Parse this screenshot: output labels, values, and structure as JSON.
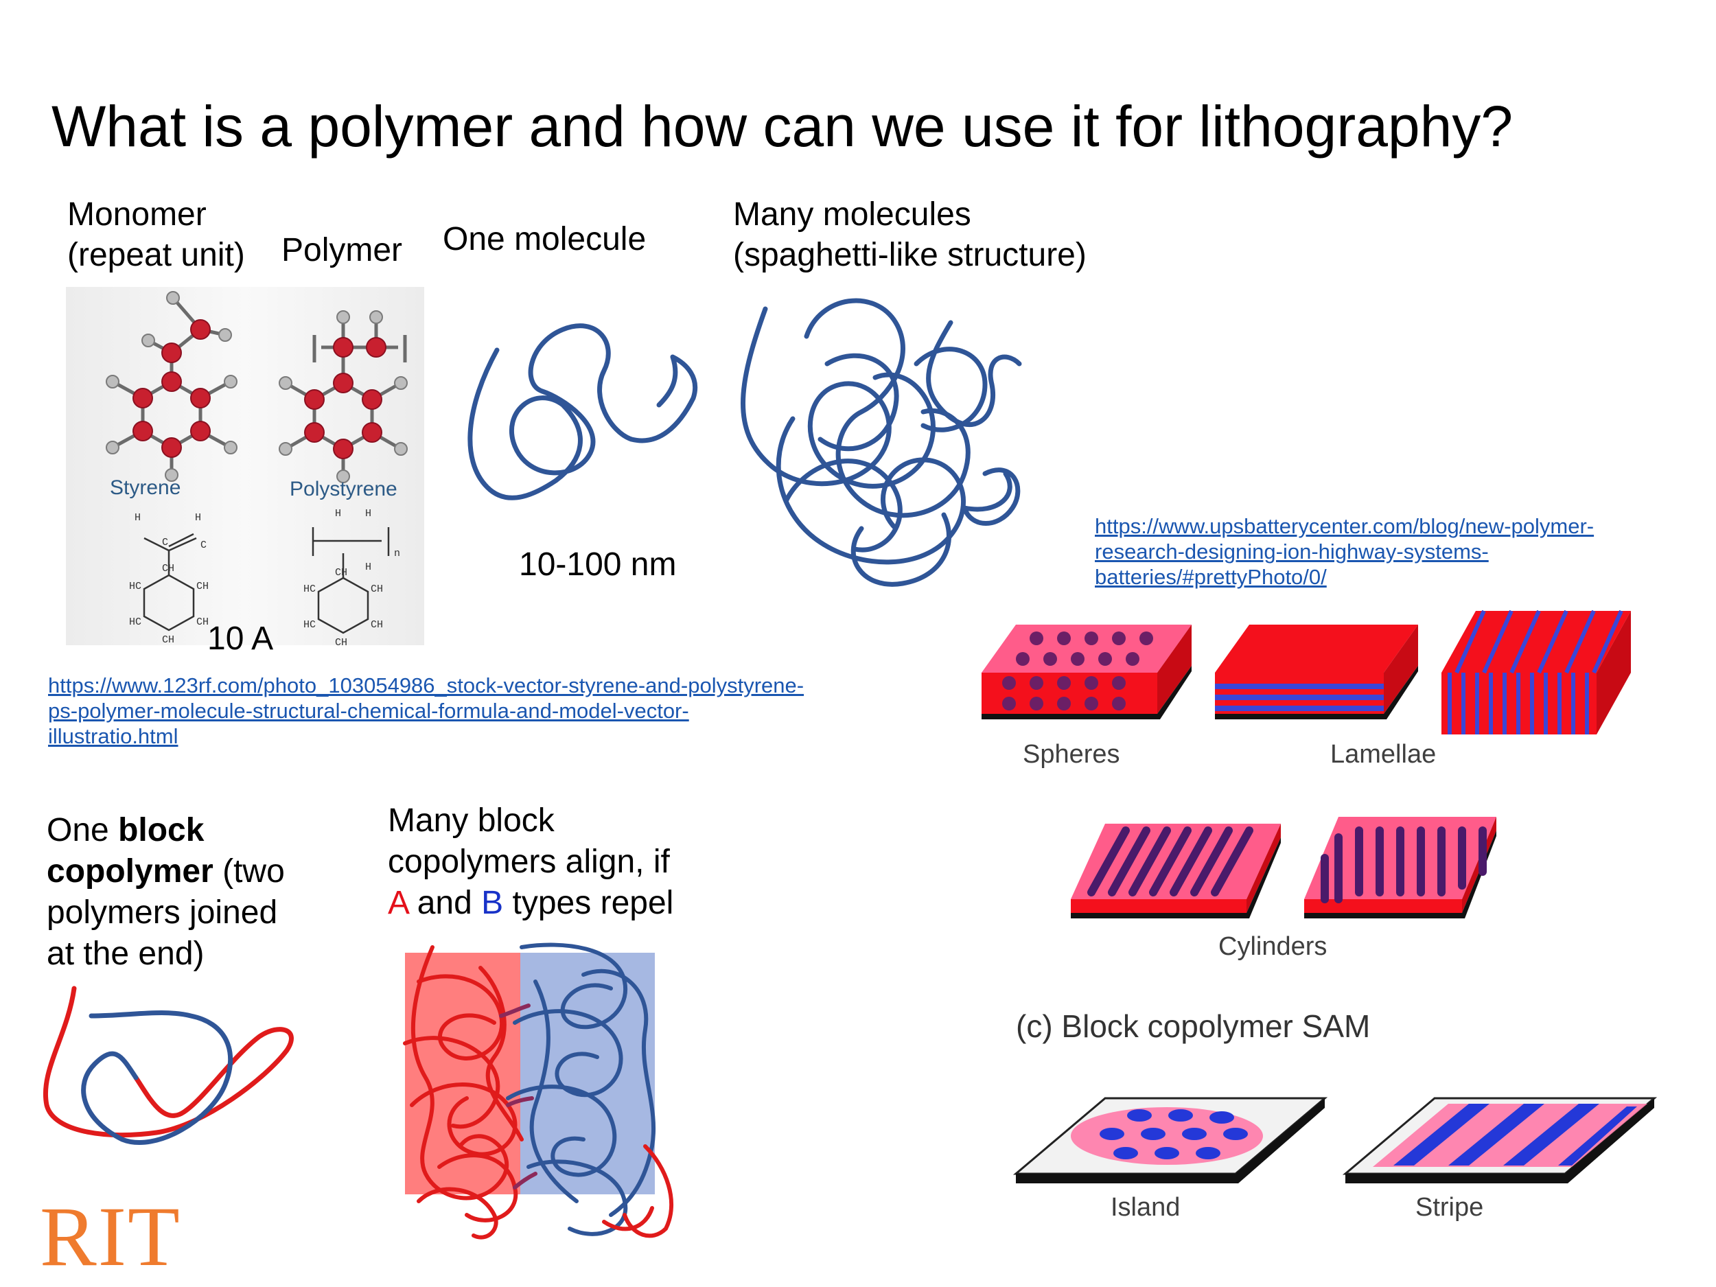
{
  "slide": {
    "title": "What is a polymer and how can we use it for lithography?",
    "col_monomer_line1": "Monomer",
    "col_monomer_line2": "(repeat unit)",
    "col_polymer": "Polymer",
    "col_one_molecule": "One molecule",
    "col_many_line1": "Many molecules",
    "col_many_line2": "(spaghetti-like structure)",
    "styrene_label": "Styrene",
    "polystyrene_label": "Polystyrene",
    "scale_10A": "10 A",
    "scale_10_100nm": "10-100 nm",
    "link_123rf_line1": "https://www.123rf.com/photo_103054986_stock-vector-styrene-and-polystyrene-",
    "link_123rf_line2": "ps-polymer-molecule-structural-chemical-formula-and-model-vector-",
    "link_123rf_line3": "illustratio.html",
    "link_ups_line1": "https://www.upsbatterycenter.com/blog/new-polymer-",
    "link_ups_line2": "research-designing-ion-highway-systems-",
    "link_ups_line3": "batteries/#prettyPhoto/0/",
    "block_one": "One",
    "block_word": "block",
    "block_copolymer_word": "copolymer",
    "block_two": "(two",
    "block_line3": "polymers joined",
    "block_line4": "at the end)",
    "many_block_line1": "Many block",
    "many_block_line2": "copolymers align, if",
    "many_block_A": "A",
    "many_block_and": "and",
    "many_block_B": "B",
    "many_block_rest": "types repel",
    "phase_spheres": "Spheres",
    "phase_lamellae": "Lamellae",
    "phase_cylinders": "Cylinders",
    "phase_sam": "(c) Block copolymer SAM",
    "phase_island": "Island",
    "phase_stripe": "Stripe",
    "logo": "RIT"
  },
  "colors": {
    "chain_blue": "#2f5597",
    "chain_red": "#e01b1b",
    "phase_red": "#f4101c",
    "phase_pink": "#ff5c8a",
    "phase_blue": "#3a46d8",
    "link": "#1a56b0",
    "logo_orange": "#ef7b2e"
  }
}
